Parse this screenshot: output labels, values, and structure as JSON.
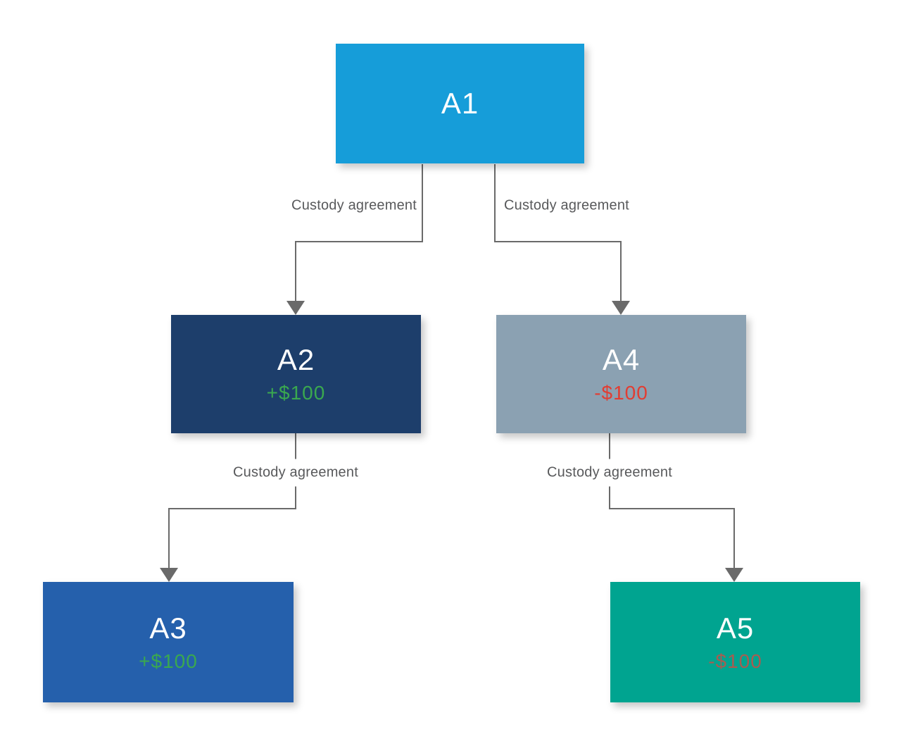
{
  "diagram": {
    "background": "#ffffff",
    "line_color": "#6a6a6a",
    "arrow_color": "#6a6a6a",
    "label_color": "#58595b",
    "nodes": [
      {
        "id": "A1",
        "title": "A1",
        "amount": "",
        "bg": "#169dd9",
        "text_color": "#ffffff"
      },
      {
        "id": "A2",
        "title": "A2",
        "amount": "+$100",
        "bg": "#1d3e6b",
        "text_color": "#ffffff",
        "amount_color": "#3aa84f"
      },
      {
        "id": "A3",
        "title": "A3",
        "amount": "+$100",
        "bg": "#2560ac",
        "text_color": "#ffffff",
        "amount_color": "#3aa84f"
      },
      {
        "id": "A4",
        "title": "A4",
        "amount": "-$100",
        "bg": "#8ba1b2",
        "text_color": "#ffffff",
        "amount_color": "#e23d32"
      },
      {
        "id": "A5",
        "title": "A5",
        "amount": "-$100",
        "bg": "#00a490",
        "text_color": "#ffffff",
        "amount_color": "#a85c50"
      }
    ],
    "edges": [
      {
        "from": "A1",
        "to": "A2",
        "label": "Custody agreement"
      },
      {
        "from": "A1",
        "to": "A4",
        "label": "Custody agreement"
      },
      {
        "from": "A2",
        "to": "A3",
        "label": "Custody agreement"
      },
      {
        "from": "A4",
        "to": "A5",
        "label": "Custody agreement"
      }
    ]
  }
}
